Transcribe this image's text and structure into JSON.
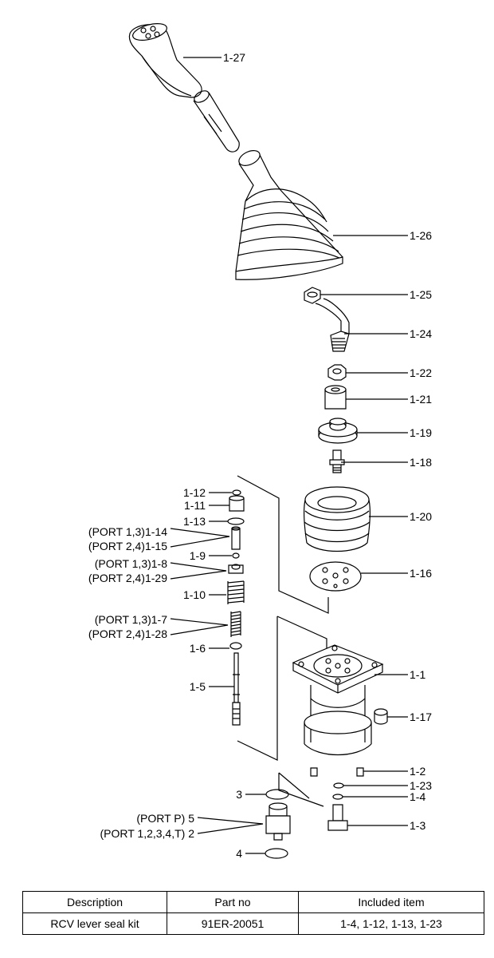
{
  "parts": {
    "p1_27": "1-27",
    "p1_26": "1-26",
    "p1_25": "1-25",
    "p1_24": "1-24",
    "p1_22": "1-22",
    "p1_21": "1-21",
    "p1_19": "1-19",
    "p1_18": "1-18",
    "p1_20": "1-20",
    "p1_16": "1-16",
    "p1_1": "1-1",
    "p1_17": "1-17",
    "p1_2": "1-2",
    "p1_23": "1-23",
    "p1_4": "1-4",
    "p1_3": "1-3",
    "p1_12": "1-12",
    "p1_11": "1-11",
    "p1_13": "1-13",
    "p1_14": "(PORT 1,3)1-14",
    "p1_15": "(PORT 2,4)1-15",
    "p1_9": "1-9",
    "p1_8": "(PORT 1,3)1-8",
    "p1_29": "(PORT 2,4)1-29",
    "p1_10": "1-10",
    "p1_7": "(PORT 1,3)1-7",
    "p1_28": "(PORT 2,4)1-28",
    "p1_6": "1-6",
    "p1_5": "1-5",
    "p3": "3",
    "p5": "(PORT P) 5",
    "p2": "(PORT 1,2,3,4,T) 2",
    "p4": "4"
  },
  "table": {
    "headers": [
      "Description",
      "Part no",
      "Included item"
    ],
    "row": [
      "RCV lever seal kit",
      "91ER-20051",
      "1-4, 1-12, 1-13, 1-23"
    ]
  }
}
